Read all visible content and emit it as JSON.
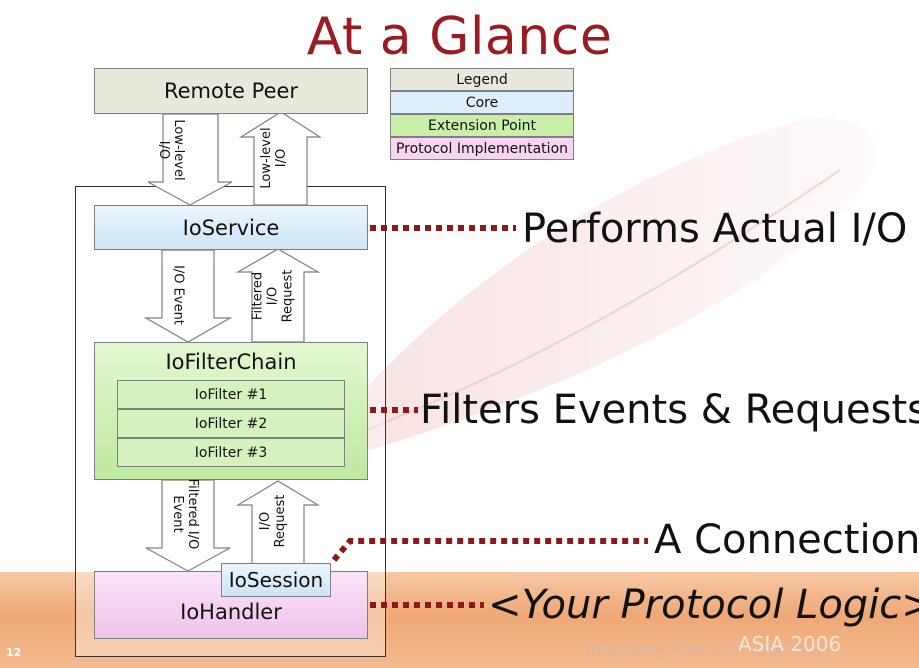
{
  "title": "At a Glance",
  "legend": {
    "header": "Legend",
    "items": [
      {
        "label": "Core",
        "color": "#dceefb"
      },
      {
        "label": "Extension Point",
        "color": "#c8f0a8"
      },
      {
        "label": "Protocol Implementation",
        "color": "#f7d4f2"
      }
    ],
    "header_color": "#e8e8dc"
  },
  "nodes": {
    "remote_peer": "Remote Peer",
    "ioservice": "IoService",
    "iofilterchain": "IoFilterChain",
    "filters": [
      "IoFilter #1",
      "IoFilter #2",
      "IoFilter #3"
    ],
    "iosession": "IoSession",
    "iohandler": "IoHandler"
  },
  "arrows": {
    "peer_down": "Low-level I/O",
    "peer_up": "Low-level I/O",
    "service_down": "I/O Event",
    "service_up": "Filtered I/O Request",
    "chain_down": "Filtered I/O Event",
    "chain_up": "I/O Request"
  },
  "callouts": {
    "ioservice": "Performs Actual I/O",
    "iofilterchain": "Filters Events & Requests",
    "iosession": "A Connection",
    "iohandler": "<Your Protocol Logic>"
  },
  "footer": {
    "slide_number": "12",
    "event": "ASIA 2006",
    "watermark": "http://blog.csdn.net/...angRong"
  },
  "colors": {
    "title": "#9a1c22",
    "callout_dots": "#8b1a1a"
  }
}
